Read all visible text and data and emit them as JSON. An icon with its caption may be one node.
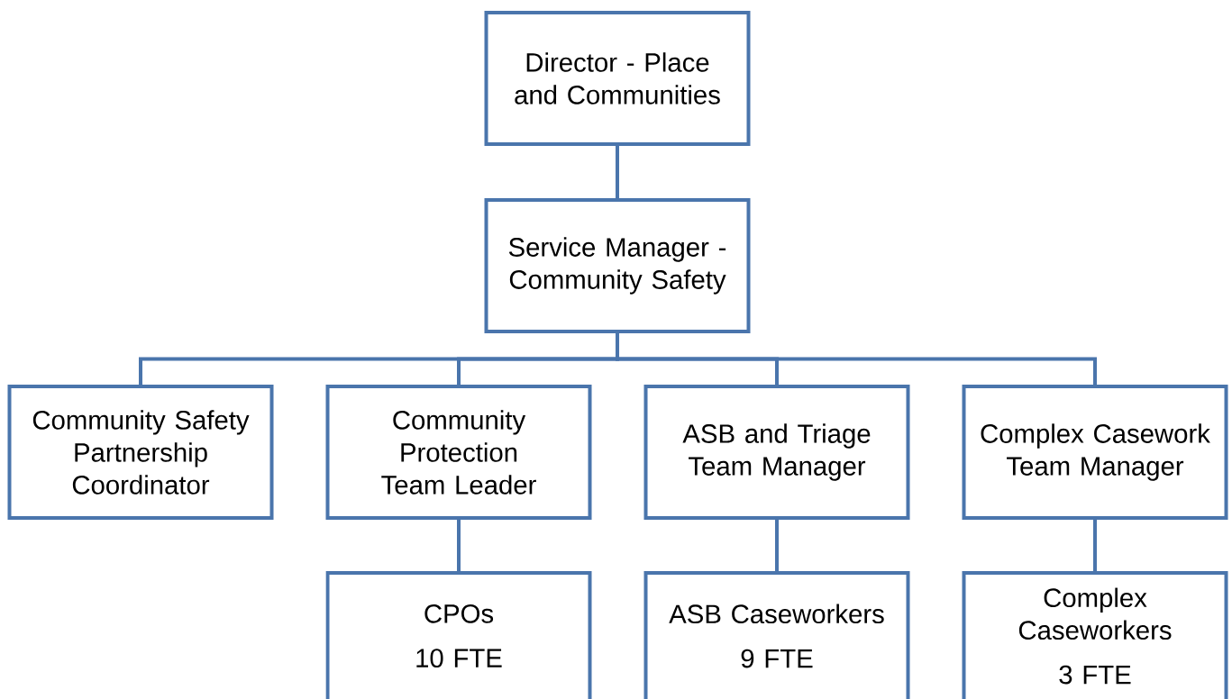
{
  "diagram": {
    "nodes": [
      {
        "text": [
          "Director - Place and Communities"
        ]
      },
      {
        "text": [
          "Service Manager - Community Safety"
        ]
      },
      {
        "text": [
          "Community Safety Partnership Coordinator"
        ]
      },
      {
        "text": [
          "Community Protection Team Leader"
        ]
      },
      {
        "text": [
          "ASB and Triage Team Manager"
        ]
      },
      {
        "text": [
          "Complex Casework Team Manager"
        ]
      },
      {
        "text": [
          "CPOs",
          "10 FTE"
        ]
      },
      {
        "text": [
          "ASB Caseworkers",
          "9 FTE"
        ]
      },
      {
        "text": [
          "Complex Caseworkers",
          "3 FTE"
        ]
      }
    ],
    "edges": [
      {
        "from": 0,
        "to": 1,
        "arrow": "none"
      },
      {
        "from": 1,
        "to": 2,
        "arrow": "none"
      },
      {
        "from": 1,
        "to": 3,
        "arrow": "none"
      },
      {
        "from": 1,
        "to": 4,
        "arrow": "none"
      },
      {
        "from": 1,
        "to": 5,
        "arrow": "none"
      },
      {
        "from": 3,
        "to": 6,
        "arrow": "none"
      },
      {
        "from": 4,
        "to": 7,
        "arrow": "none"
      },
      {
        "from": 5,
        "to": 8,
        "arrow": "none"
      }
    ]
  }
}
